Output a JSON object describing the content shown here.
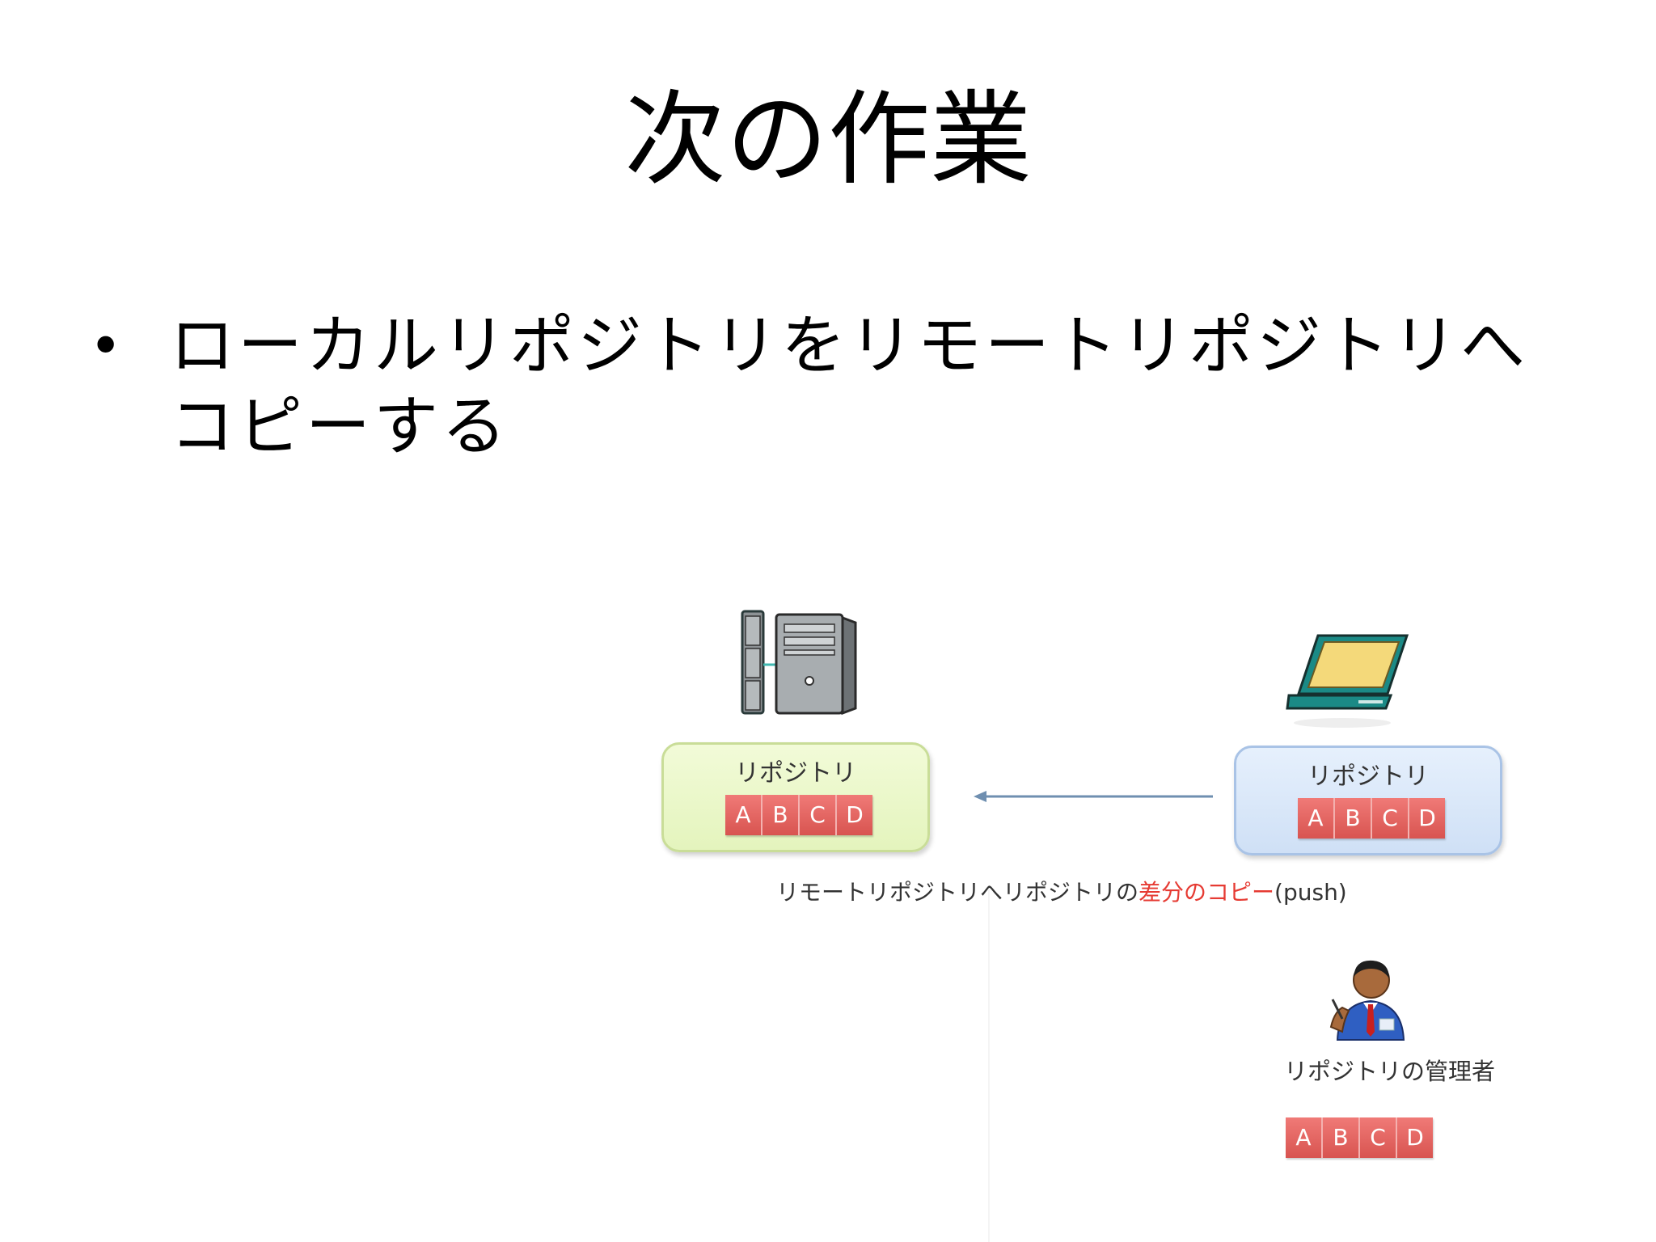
{
  "slide": {
    "title": "次の作業",
    "bullet_marker": "•",
    "bullet_text": "ローカルリポジトリをリモートリポジトリへコピーする"
  },
  "diagram": {
    "remote_repo_label": "リポジトリ",
    "local_repo_label": "リポジトリ",
    "commits": [
      "A",
      "B",
      "C",
      "D"
    ],
    "caption_prefix": "リモートリポジトリへリポジトリの",
    "caption_highlight": "差分のコピー",
    "caption_suffix": "(push)",
    "admin_label": "リポジトリの管理者",
    "colors": {
      "remote_box": "#e4f4bd",
      "local_box": "#cfe0f6",
      "commit_cell": "#e0605c",
      "highlight_text": "#e63b33",
      "arrow": "#6f8fb0"
    }
  }
}
